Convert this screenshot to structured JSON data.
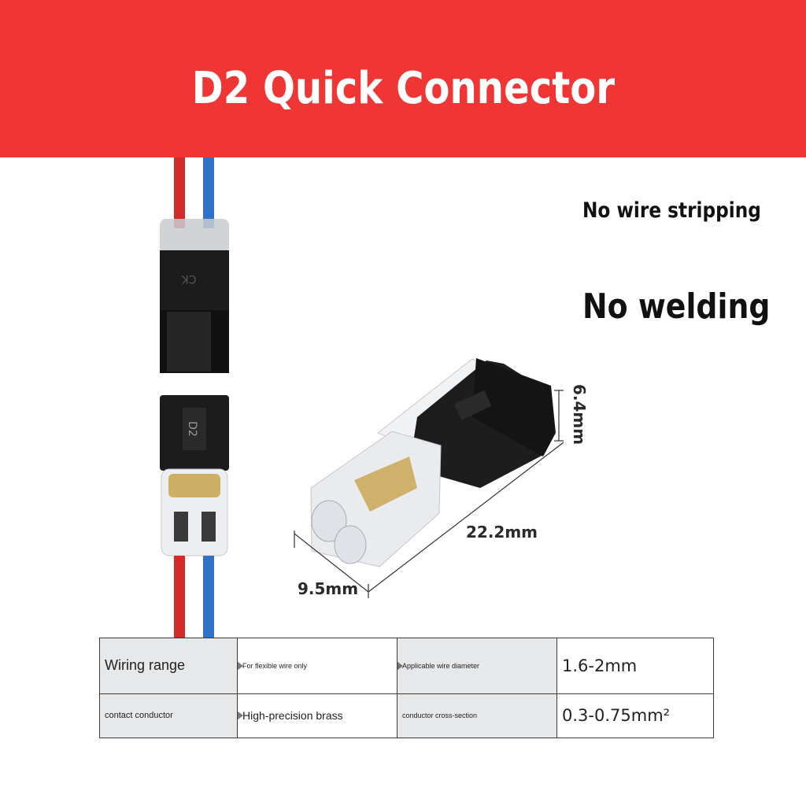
{
  "banner": {
    "title": "D2 Quick Connector"
  },
  "features": [
    "No wire stripping",
    "No welding"
  ],
  "product": {
    "connector_label": "D2",
    "dimensions": {
      "length": "22.2mm",
      "width": "9.5mm",
      "height": "6.4mm"
    }
  },
  "specs": {
    "rows": [
      {
        "label": "Wiring range",
        "note": "For flexible wire only",
        "property": "Applicable wire diameter",
        "value": "1.6-2mm"
      },
      {
        "label": "contact conductor",
        "note": "High-precision brass",
        "property": "conductor cross-section",
        "value": "0.3-0.75mm²"
      }
    ]
  },
  "colors": {
    "banner": "#f03535",
    "wire_red": "#d42a2a",
    "wire_blue": "#2f73c9",
    "housing": "#1e1e1e"
  }
}
